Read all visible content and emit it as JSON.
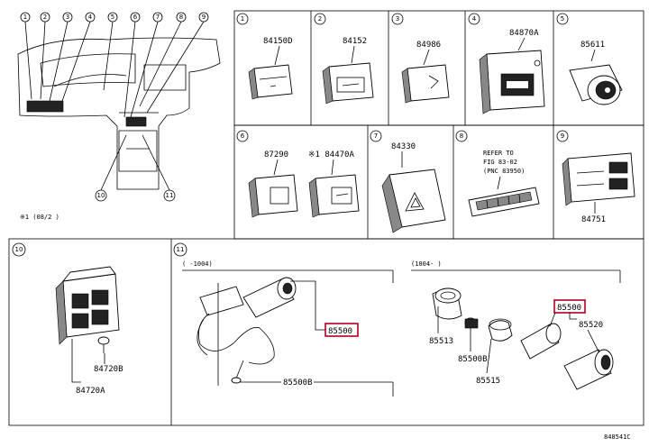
{
  "drawing_id": "848541C",
  "sections": [
    {
      "num": "1",
      "parts": [
        "84150D"
      ]
    },
    {
      "num": "2",
      "parts": [
        "84152"
      ]
    },
    {
      "num": "3",
      "parts": [
        "84986"
      ]
    },
    {
      "num": "4",
      "parts": [
        "84870A"
      ]
    },
    {
      "num": "5",
      "parts": [
        "85611"
      ]
    },
    {
      "num": "6",
      "parts": [
        "87290",
        "※1 84470A"
      ]
    },
    {
      "num": "7",
      "parts": [
        "84330"
      ]
    },
    {
      "num": "8",
      "note": [
        "REFER TO",
        "FIG 83-02",
        "(PNC 83950)"
      ]
    },
    {
      "num": "9",
      "parts": [
        "84751"
      ]
    },
    {
      "num": "10",
      "parts": [
        "84720B",
        "84720A"
      ]
    },
    {
      "num": "11",
      "left_range": "(    -1004)",
      "right_range": "(1004-    )",
      "left_parts": [
        "85500",
        "85500B"
      ],
      "right_parts": [
        "85500",
        "85520",
        "85513",
        "85500B",
        "85515"
      ]
    }
  ],
  "overview_callouts": [
    "1",
    "2",
    "3",
    "4",
    "5",
    "6",
    "7",
    "8",
    "9",
    "10",
    "11"
  ],
  "footnote": "※1 (08/2    )",
  "highlighted_part": "85500"
}
